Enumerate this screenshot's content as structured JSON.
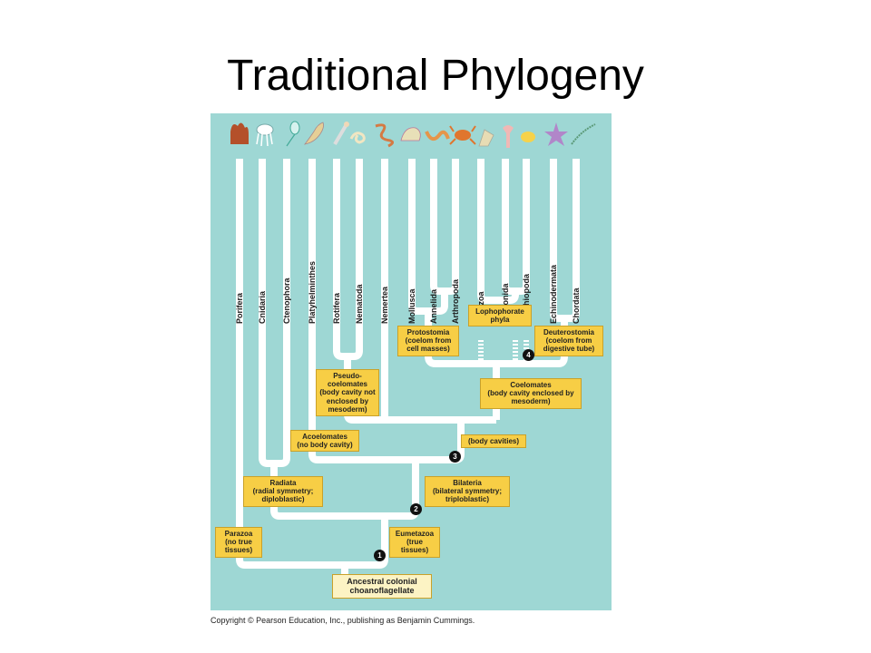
{
  "title": "Traditional Phylogeny",
  "taxa": [
    "Porifera",
    "Cnidaria",
    "Ctenophora",
    "Platyhelminthes",
    "Rotifera",
    "Nematoda",
    "Nemertea",
    "Mollusca",
    "Annelida",
    "Arthropoda",
    "Bryozoa",
    "Phoronida",
    "Brachiopoda",
    "Echinodermata",
    "Chordata"
  ],
  "boxes": {
    "lophophorate": {
      "title": "Lophophorate",
      "sub": "phyla"
    },
    "protostomia": {
      "title": "Protostomia",
      "sub": "(coelom from cell masses)"
    },
    "deuterostomia": {
      "title": "Deuterostomia",
      "sub": "(coelom from digestive tube)"
    },
    "pseudocoelomates": {
      "title": "Pseudo-coelomates",
      "sub": "(body cavity not enclosed by mesoderm)"
    },
    "coelomates": {
      "title": "Coelomates",
      "sub": "(body cavity enclosed by mesoderm)"
    },
    "acoelomates": {
      "title": "Acoelomates",
      "sub": "(no body cavity)"
    },
    "body_cavities": {
      "title": "",
      "sub": "(body cavities)"
    },
    "radiata": {
      "title": "Radiata",
      "sub": "(radial symmetry; diploblastic)"
    },
    "bilateria": {
      "title": "Bilateria",
      "sub": "(bilateral symmetry; triploblastic)"
    },
    "parazoa": {
      "title": "Parazoa",
      "sub": "(no true tissues)"
    },
    "eumetazoa": {
      "title": "Eumetazoa",
      "sub": "(true tissues)"
    },
    "ancestral": {
      "title": "Ancestral colonial",
      "sub": "choanoflagellate"
    }
  },
  "nodes": [
    "1",
    "2",
    "3",
    "4"
  ],
  "copyright": "Copyright © Pearson Education, Inc., publishing as Benjamin Cummings.",
  "colors": {
    "background": "#9ed7d4",
    "tube": "#ffffff",
    "box": "#f7ce45",
    "box_pale": "#fcf3c4"
  }
}
